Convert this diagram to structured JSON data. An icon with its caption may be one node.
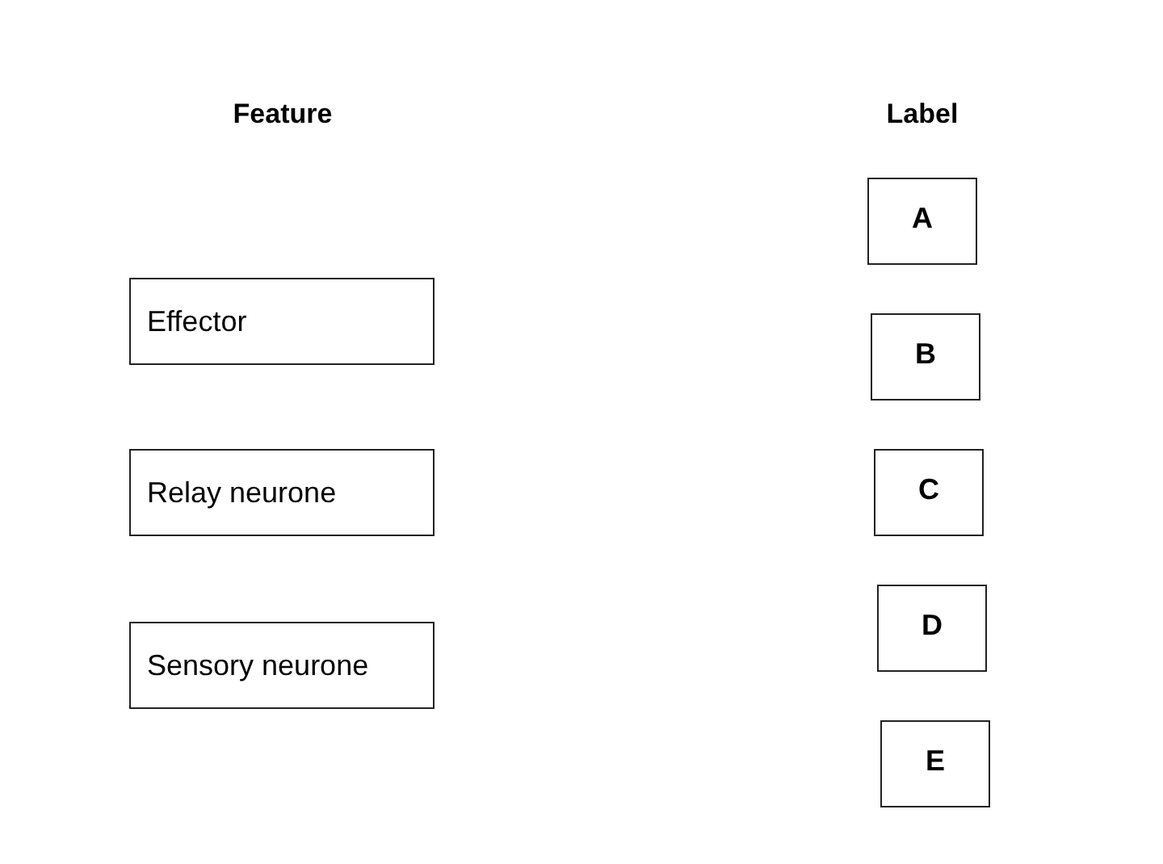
{
  "diagram": {
    "nodes": [
      {
        "text": [
          "Effector"
        ]
      },
      {
        "text": [
          "Relay neurone"
        ]
      },
      {
        "text": [
          "Sensory neurone"
        ]
      },
      {
        "text": [
          "A"
        ]
      },
      {
        "text": [
          "B"
        ]
      },
      {
        "text": [
          "C"
        ]
      },
      {
        "text": [
          "D"
        ]
      },
      {
        "text": [
          "E"
        ]
      }
    ],
    "labels": [
      "Feature",
      "Label"
    ]
  }
}
